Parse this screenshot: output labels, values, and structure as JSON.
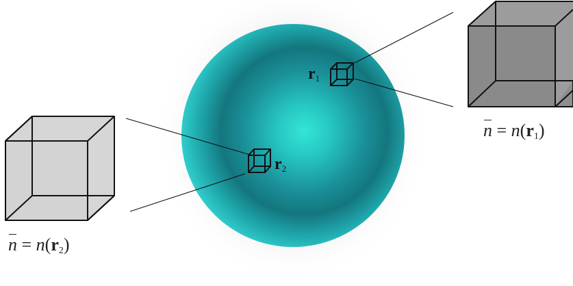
{
  "colors": {
    "sphere_center": "#34e6d6",
    "sphere_mid": "#1fa2a6",
    "sphere_dark": "#14767e",
    "sphere_edge": "#2ec9c9",
    "halo": "#9a9a9a",
    "cube_large_right": "#8e8e8e",
    "cube_large_left": "#d6d6d6",
    "lines": "#111111"
  },
  "labels": {
    "r1": {
      "symbol": "r",
      "index": "1"
    },
    "r2": {
      "symbol": "r",
      "index": "2"
    }
  },
  "equations": {
    "right": {
      "lhs": "n",
      "equals": "=",
      "func": "n",
      "arg": "r",
      "index": "1"
    },
    "left": {
      "lhs": "n",
      "equals": "=",
      "func": "n",
      "arg": "r",
      "index": "2"
    }
  }
}
